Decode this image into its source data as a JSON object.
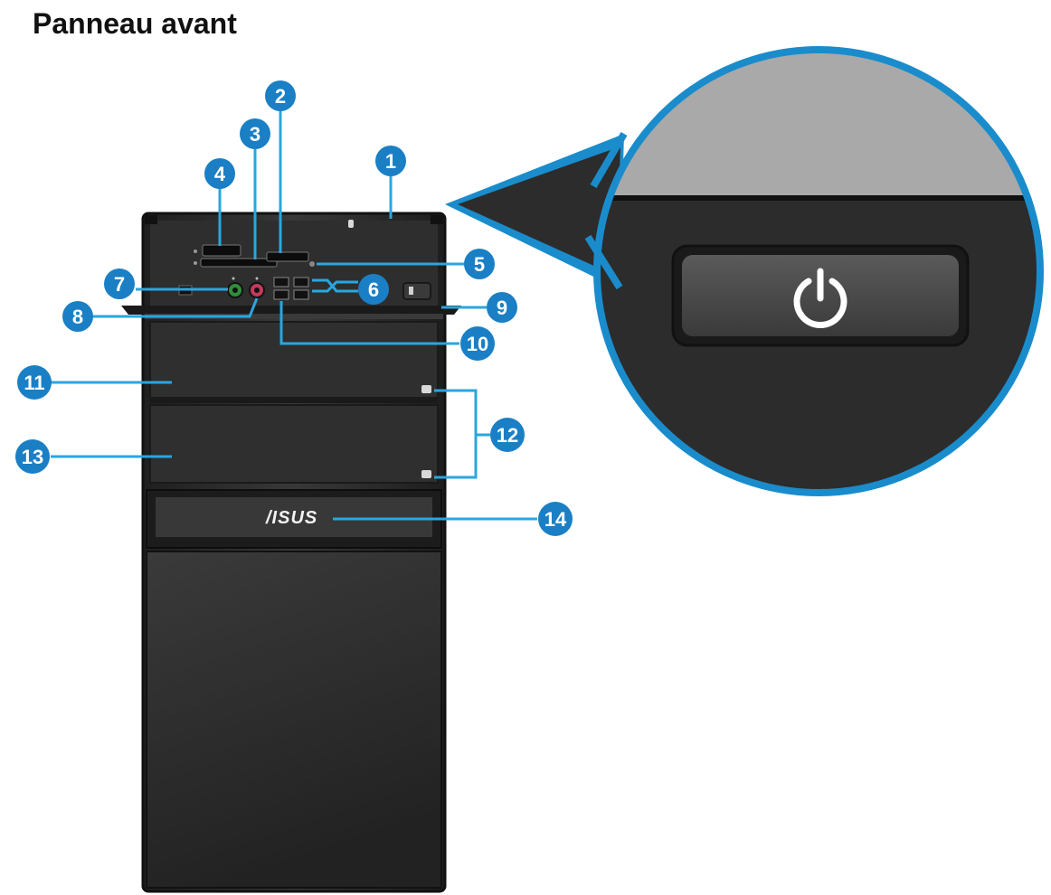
{
  "title": "Panneau avant",
  "brand": "/ISUS",
  "colors": {
    "callout": "#1a7fc4",
    "leader": "#2aa6df",
    "chassis": "#2b2b2b",
    "bay": "#303030",
    "magnifier_ring": "#1a8ccc",
    "magnifier_top": "#a9a9a9",
    "magnifier_bottom": "#2c2c2c"
  },
  "callouts": [
    "1",
    "2",
    "3",
    "4",
    "5",
    "6",
    "7",
    "8",
    "9",
    "10",
    "11",
    "12",
    "13",
    "14"
  ],
  "zoom_icon": "power-icon"
}
